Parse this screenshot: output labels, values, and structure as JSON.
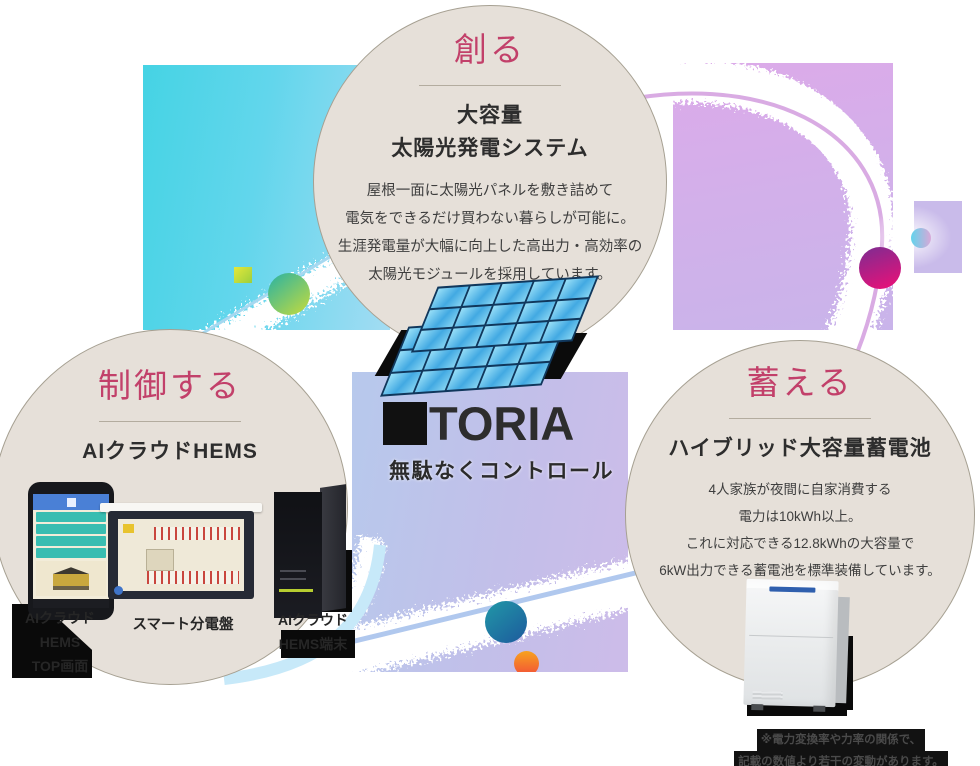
{
  "logo": {
    "text": "TORIA",
    "tagline": "無駄なくコントロール"
  },
  "create": {
    "title": "創る",
    "heading1": "大容量",
    "heading2": "太陽光発電システム",
    "body": [
      "屋根一面に太陽光パネルを敷き詰めて",
      "電気をできるだけ買わない暮らしが可能に。",
      "生涯発電量が大幅に向上した高出力・高効率の",
      "太陽光モジュールを採用しています。"
    ]
  },
  "control": {
    "title": "制御する",
    "heading": "AIクラウドHEMS",
    "labels": {
      "phone": [
        "AIクラウド",
        "HEMS",
        "TOP画面"
      ],
      "panel": [
        "スマート分電盤"
      ],
      "terminal": [
        "AIクラウド",
        "HEMS端末"
      ]
    }
  },
  "store": {
    "title": "蓄える",
    "heading": "ハイブリッド大容量蓄電池",
    "body": [
      "4人家族が夜間に自家消費する",
      "電力は10kWh以上。",
      "これに対応できる12.8kWhの大容量で",
      "6kW出力できる蓄電池を標準装備しています。"
    ],
    "note": [
      "※電力変換率や力率の関係で、",
      "記載の数値より若干の変動があります。"
    ]
  },
  "colors": {
    "accent_pink": "#c2406a",
    "bubble_bg": "#e6e0d9",
    "bubble_border": "#a6a092",
    "cyan_square": "#45d3e4",
    "purple_square": "#dcaae9",
    "center_square_left": "#b7c9ec",
    "center_square_right": "#cdbce9",
    "magenta_circle": "#ef0f77",
    "teal_circle": "#1d5a9d",
    "orange_circle": "#f7a21e",
    "green_circle": "#28b2a4"
  }
}
